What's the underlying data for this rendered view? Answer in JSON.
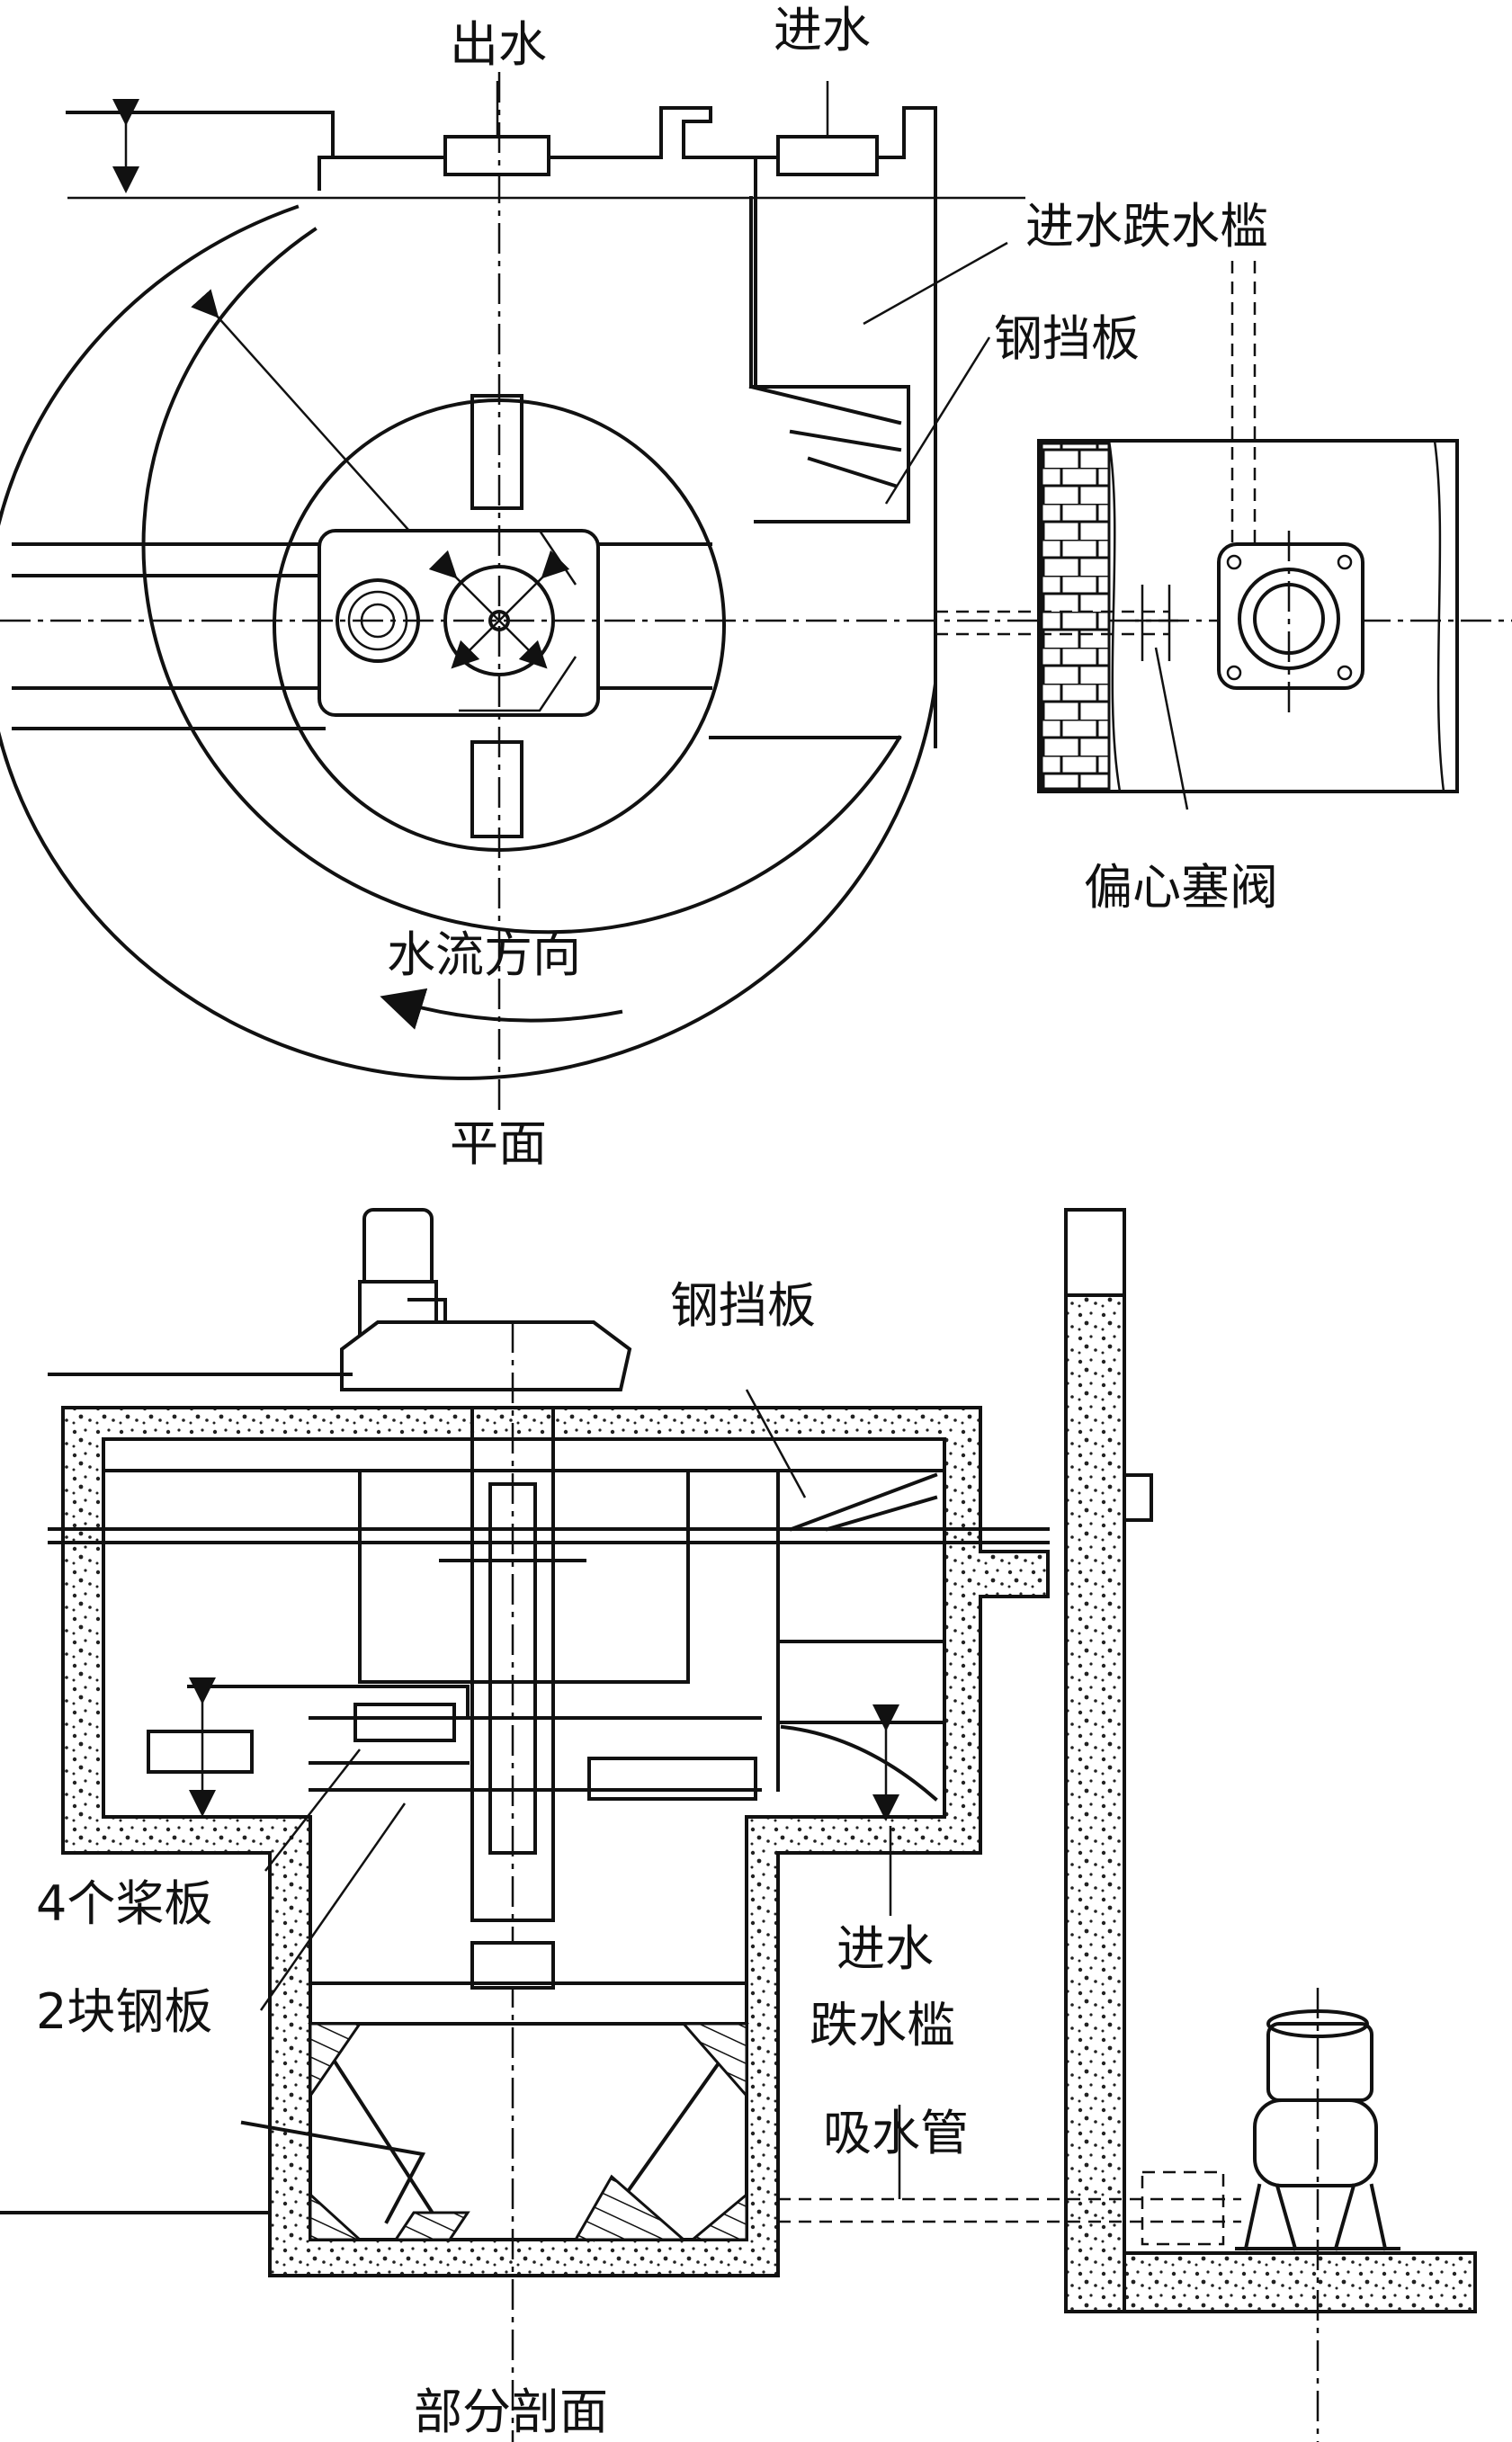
{
  "plan": {
    "outlet_label": "出水",
    "inlet_label": "进水",
    "inlet_weir_label": "进水跌水槛",
    "baffle_label": "钢挡板",
    "valve_label": "偏心塞阀",
    "flow_direction_label": "水流方向",
    "view_title": "平面"
  },
  "section": {
    "baffle_label": "钢挡板",
    "paddles_label": "4个桨板",
    "plates_label": "2块钢板",
    "weir_label_line1": "进水",
    "weir_label_line2": "跌水槛",
    "suction_pipe_label": "吸水管",
    "view_title": "部分剖面"
  }
}
